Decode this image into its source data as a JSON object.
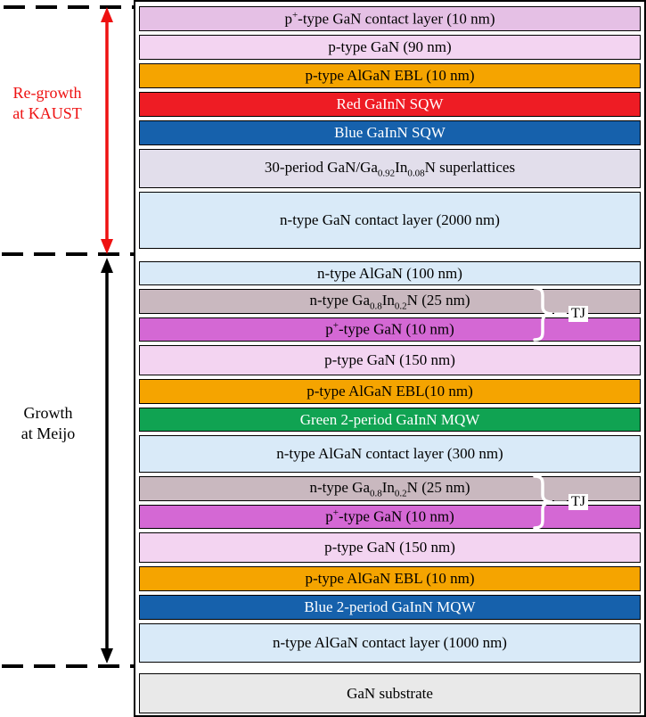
{
  "figure": {
    "left": {
      "regrowth_line1": "Re-growth",
      "regrowth_line2": "at KAUST",
      "regrowth_color": "#ee1111",
      "growth_line1": "Growth",
      "growth_line2": "at Meijo",
      "growth_color": "#000000"
    },
    "tj_label": "TJ",
    "layers": [
      {
        "html": "p<sup>+</sup>-type GaN contact layer (10 nm)",
        "bg": "#e5c0e5",
        "fg": "#000000"
      },
      {
        "html": "p-type GaN (90 nm)",
        "bg": "#f3d4f1",
        "fg": "#000000"
      },
      {
        "html": "p-type AlGaN EBL (10 nm)",
        "bg": "#f5a400",
        "fg": "#000000"
      },
      {
        "html": "Red GaInN SQW",
        "bg": "#ee1c24",
        "fg": "#ffffff"
      },
      {
        "html": "Blue GaInN SQW",
        "bg": "#1661ac",
        "fg": "#ffffff"
      },
      {
        "html": "30-period GaN/Ga<sub>0.92</sub>In<sub>0.08</sub>N superlattices",
        "bg": "#e2deeb",
        "fg": "#000000"
      },
      {
        "html": "n-type GaN contact layer (2000 nm)",
        "bg": "#d9eaf8",
        "fg": "#000000"
      },
      {
        "html": "n-type AlGaN (100 nm)",
        "bg": "#d9eaf8",
        "fg": "#000000"
      },
      {
        "html": "n-type Ga<sub>0.8</sub>In<sub>0.2</sub>N (25 nm)",
        "bg": "#c9b8bf",
        "fg": "#000000"
      },
      {
        "html": "p<sup>+</sup>-type GaN (10 nm)",
        "bg": "#d468d4",
        "fg": "#000000"
      },
      {
        "html": "p-type GaN (150 nm)",
        "bg": "#f3d4f1",
        "fg": "#000000"
      },
      {
        "html": "p-type AlGaN  EBL(10 nm)",
        "bg": "#f5a400",
        "fg": "#000000"
      },
      {
        "html": "Green 2-period GaInN MQW",
        "bg": "#10a352",
        "fg": "#ffffff"
      },
      {
        "html": "n-type AlGaN contact layer (300 nm)",
        "bg": "#d9eaf8",
        "fg": "#000000"
      },
      {
        "html": "n-type Ga<sub>0.8</sub>In<sub>0.2</sub>N (25 nm)",
        "bg": "#c9b8bf",
        "fg": "#000000"
      },
      {
        "html": "p<sup>+</sup>-type GaN (10 nm)",
        "bg": "#d468d4",
        "fg": "#000000"
      },
      {
        "html": "p-type GaN (150 nm)",
        "bg": "#f3d4f1",
        "fg": "#000000"
      },
      {
        "html": "p-type AlGaN EBL (10 nm)",
        "bg": "#f5a400",
        "fg": "#000000"
      },
      {
        "html": "Blue 2-period GaInN MQW",
        "bg": "#1661ac",
        "fg": "#ffffff"
      },
      {
        "html": "n-type AlGaN contact layer (1000 nm)",
        "bg": "#d9eaf8",
        "fg": "#000000"
      },
      {
        "html": "GaN substrate",
        "bg": "#e9e9e9",
        "fg": "#000000"
      }
    ]
  }
}
